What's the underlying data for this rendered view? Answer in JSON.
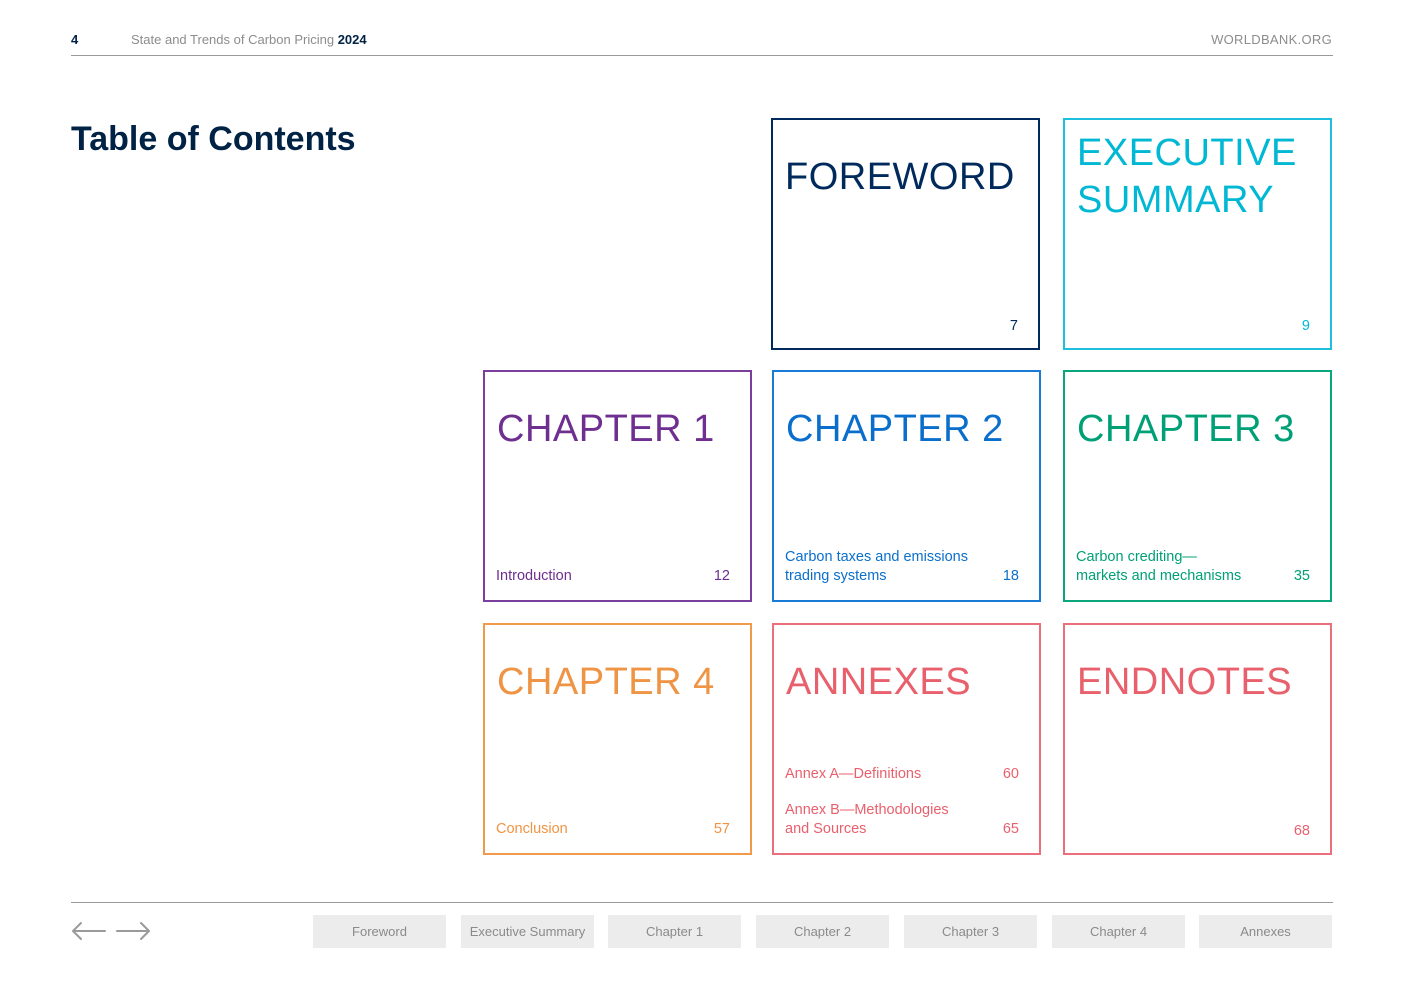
{
  "header": {
    "page_number": "4",
    "report_title": "State and Trends of Carbon Pricing",
    "report_year": "2024",
    "site": "WORLDBANK.ORG"
  },
  "toc_title": "Table of Contents",
  "tiles": {
    "foreword": {
      "heading": "FOREWORD",
      "page": "7"
    },
    "executive_summary": {
      "heading_line1": "EXECUTIVE",
      "heading_line2": "SUMMARY",
      "page": "9"
    },
    "chapter1": {
      "heading": "CHAPTER 1",
      "subtitle": "Introduction",
      "page": "12"
    },
    "chapter2": {
      "heading": "CHAPTER 2",
      "subtitle_line1": "Carbon taxes and emissions",
      "subtitle_line2": "trading systems",
      "page": "18"
    },
    "chapter3": {
      "heading": "CHAPTER 3",
      "subtitle_line1": "Carbon crediting—",
      "subtitle_line2": "markets and mechanisms",
      "page": "35"
    },
    "chapter4": {
      "heading": "CHAPTER 4",
      "subtitle": "Conclusion",
      "page": "57"
    },
    "annexes": {
      "heading": "ANNEXES",
      "annex_a": {
        "label": "Annex A—Definitions",
        "page": "60"
      },
      "annex_b": {
        "label_line1": "Annex B—Methodologies",
        "label_line2": "and Sources",
        "page": "65"
      }
    },
    "endnotes": {
      "heading": "ENDNOTES",
      "page": "68"
    }
  },
  "footer_nav": {
    "buttons": [
      "Foreword",
      "Executive Summary",
      "Chapter 1",
      "Chapter 2",
      "Chapter 3",
      "Chapter 4",
      "Annexes"
    ],
    "icons": {
      "back": "arrow-left-icon",
      "forward": "arrow-right-icon"
    }
  },
  "colors": {
    "navy": "#002a5c",
    "cyan": "#00b7d4",
    "purple": "#6e2f91",
    "blue": "#0a6fcc",
    "green": "#00a076",
    "orange": "#ef9444",
    "red": "#e9606d",
    "nav_bg": "#ececec"
  }
}
